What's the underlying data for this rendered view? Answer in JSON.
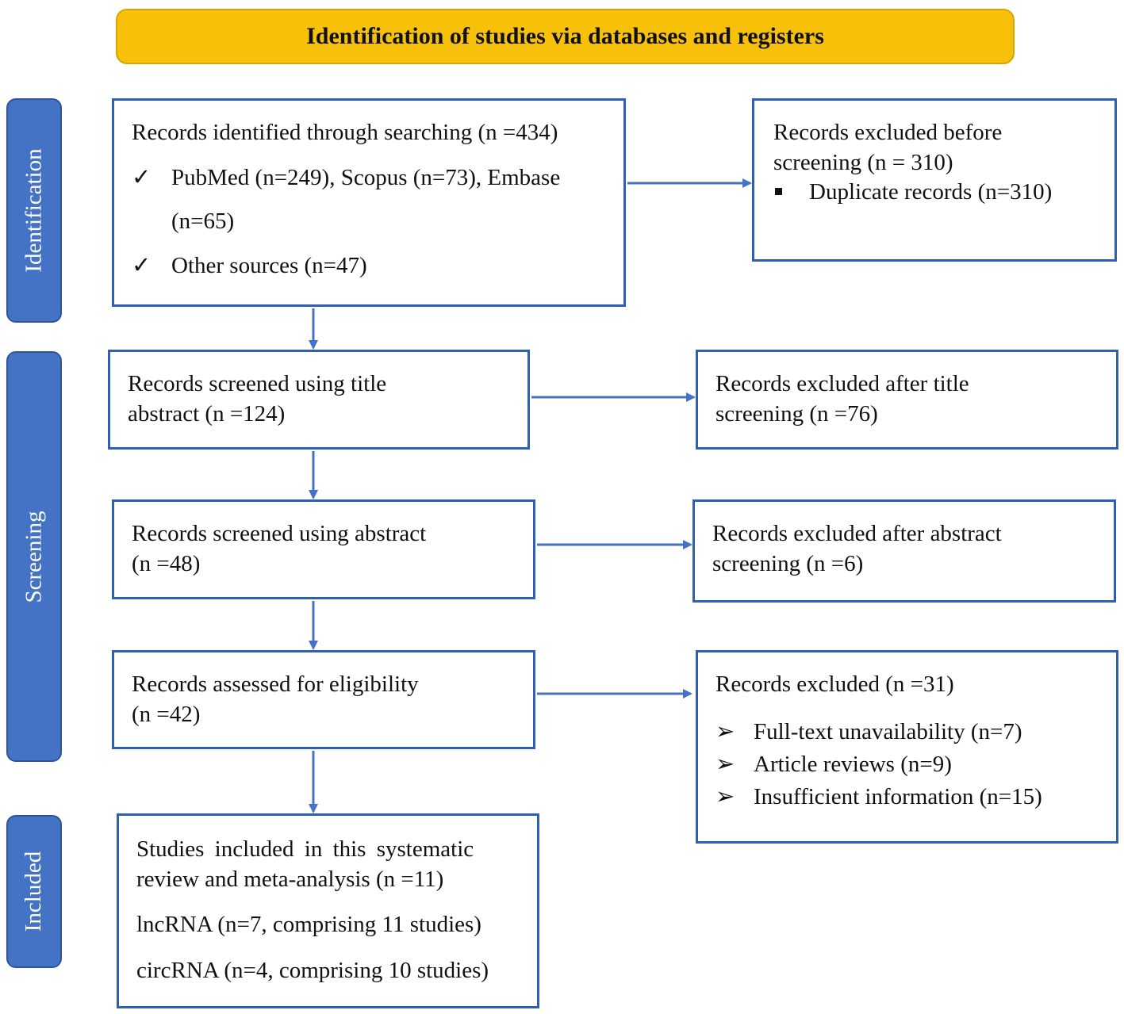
{
  "header": {
    "title": "Identification of studies via databases and registers"
  },
  "stages": {
    "identification": "Identification",
    "screening": "Screening",
    "included": "Included"
  },
  "identified": {
    "title": "Records identified through searching (n =434)",
    "sources_line1": "PubMed (n=249), Scopus (n=73), Embase",
    "sources_line2": "(n=65)",
    "other": "Other sources (n=47)"
  },
  "excluded_before": {
    "line1": "Records excluded before",
    "line2": "screening (n = 310)",
    "duplicates": "Duplicate records (n=310)"
  },
  "screened_title": {
    "line1": "Records screened using title",
    "line2": "abstract (n =124)"
  },
  "excluded_title": {
    "line1": "Records excluded after title",
    "line2": "screening (n =76)"
  },
  "screened_abstract": {
    "line1": "Records screened using abstract",
    "line2": "(n =48)"
  },
  "excluded_abstract": {
    "line1": "Records excluded after abstract",
    "line2": "screening (n =6)"
  },
  "eligibility": {
    "line1": "Records assessed for eligibility",
    "line2": "(n =42)"
  },
  "excluded_final": {
    "title": "Records excluded (n =31)",
    "reasons": [
      "Full-text unavailability (n=7)",
      "Article reviews (n=9)",
      "Insufficient information (n=15)"
    ]
  },
  "included": {
    "line1": "Studies included in this systematic",
    "line2": "review and meta-analysis (n =11)",
    "lncrna": "lncRNA (n=7, comprising 11 studies)",
    "circrna": "circRNA (n=4, comprising 10 studies)"
  },
  "colors": {
    "header_fill": "#f7c10a",
    "stage_fill": "#4472c4",
    "box_border": "#2f5fb3",
    "arrow": "#4472c4"
  }
}
